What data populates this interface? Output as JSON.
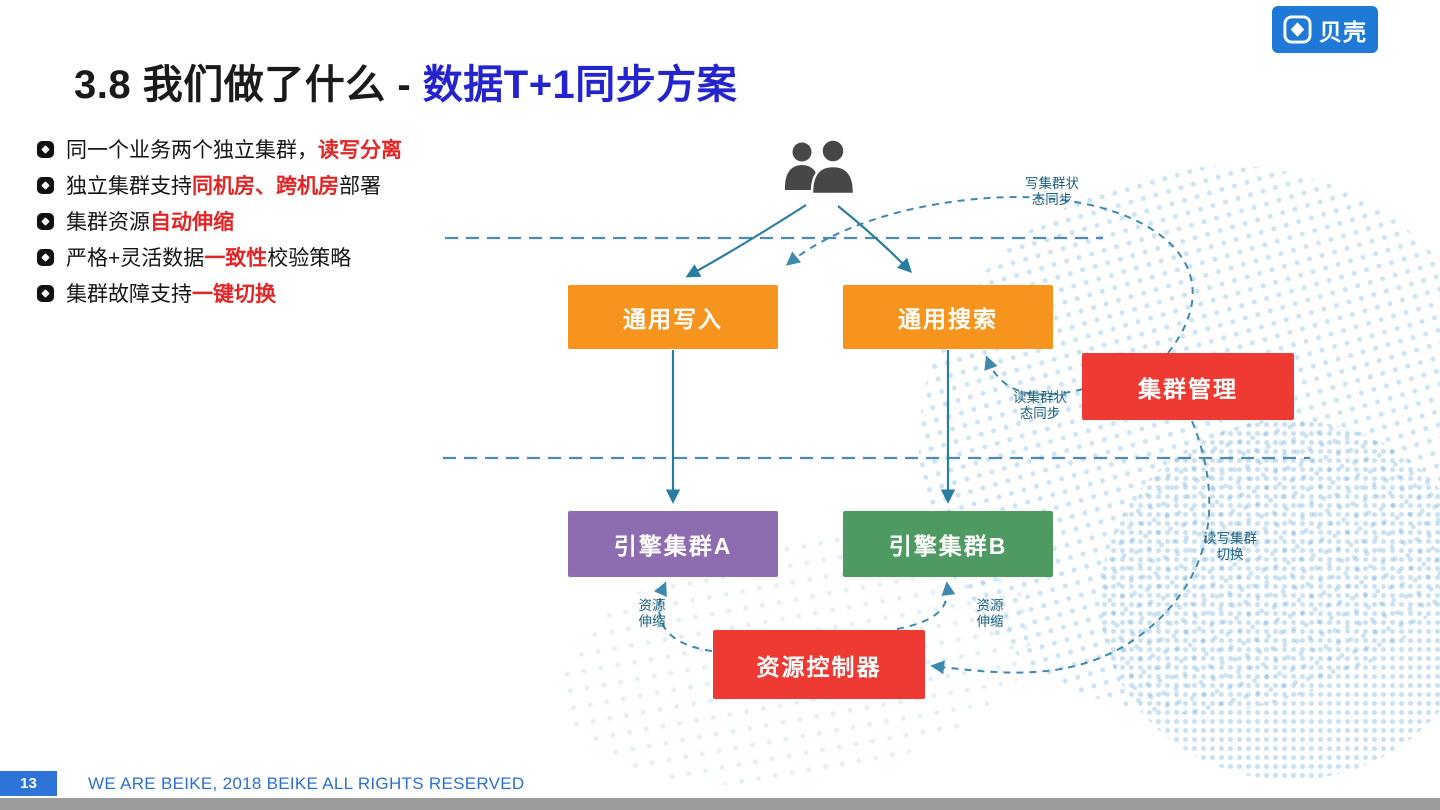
{
  "title": {
    "black": "3.8  我们做了什么 - ",
    "blue": "数据T+1同步方案"
  },
  "logo": {
    "brand": "贝壳"
  },
  "bullets": [
    {
      "pre": "同一个业务两个独立集群，",
      "hl": "读写分离",
      "post": ""
    },
    {
      "pre": "独立集群支持",
      "hl": "同机房、跨机房",
      "post": "部署"
    },
    {
      "pre": "集群资源",
      "hl": "自动伸缩",
      "post": ""
    },
    {
      "pre": "严格+灵活数据",
      "hl": "一致性",
      "post": "校验策略"
    },
    {
      "pre": "集群故障支持",
      "hl": "一键切换",
      "post": ""
    }
  ],
  "diagram": {
    "nodes": {
      "write": {
        "label": "通用写入",
        "color": "#F7941D"
      },
      "search": {
        "label": "通用搜索",
        "color": "#F7941D"
      },
      "cluster_mgmt": {
        "label": "集群管理",
        "color": "#EE3A33"
      },
      "engine_a": {
        "label": "引擎集群A",
        "color": "#8E6CB0"
      },
      "engine_b": {
        "label": "引擎集群B",
        "color": "#4F9A62"
      },
      "resource_ctrl": {
        "label": "资源控制器",
        "color": "#EE3A33"
      }
    },
    "edge_labels": {
      "write_sync": "写集群状\n态同步",
      "read_sync": "读集群状\n态同步",
      "rw_switch": "读写集群\n切换",
      "scale_a": "资源\n伸缩",
      "scale_b": "资源\n伸缩"
    },
    "icons": {
      "users": "users-icon",
      "bullet": "knot-bullet-icon"
    }
  },
  "footer": {
    "page_number": "13",
    "copyright": "WE ARE BEIKE, 2018 BEIKE ALL RIGHTS RESERVED"
  },
  "colors": {
    "title_blue": "#2424CE",
    "highlight_red": "#E42525",
    "arrow_teal": "#2B7D9F",
    "dashed_blue": "#3F89AF",
    "footer_blue": "#2B6FD6",
    "logo_blue": "#1E7AD6",
    "orange": "#F7941D",
    "red": "#EE3A33",
    "purple": "#8E6CB0",
    "green": "#4F9A62"
  }
}
